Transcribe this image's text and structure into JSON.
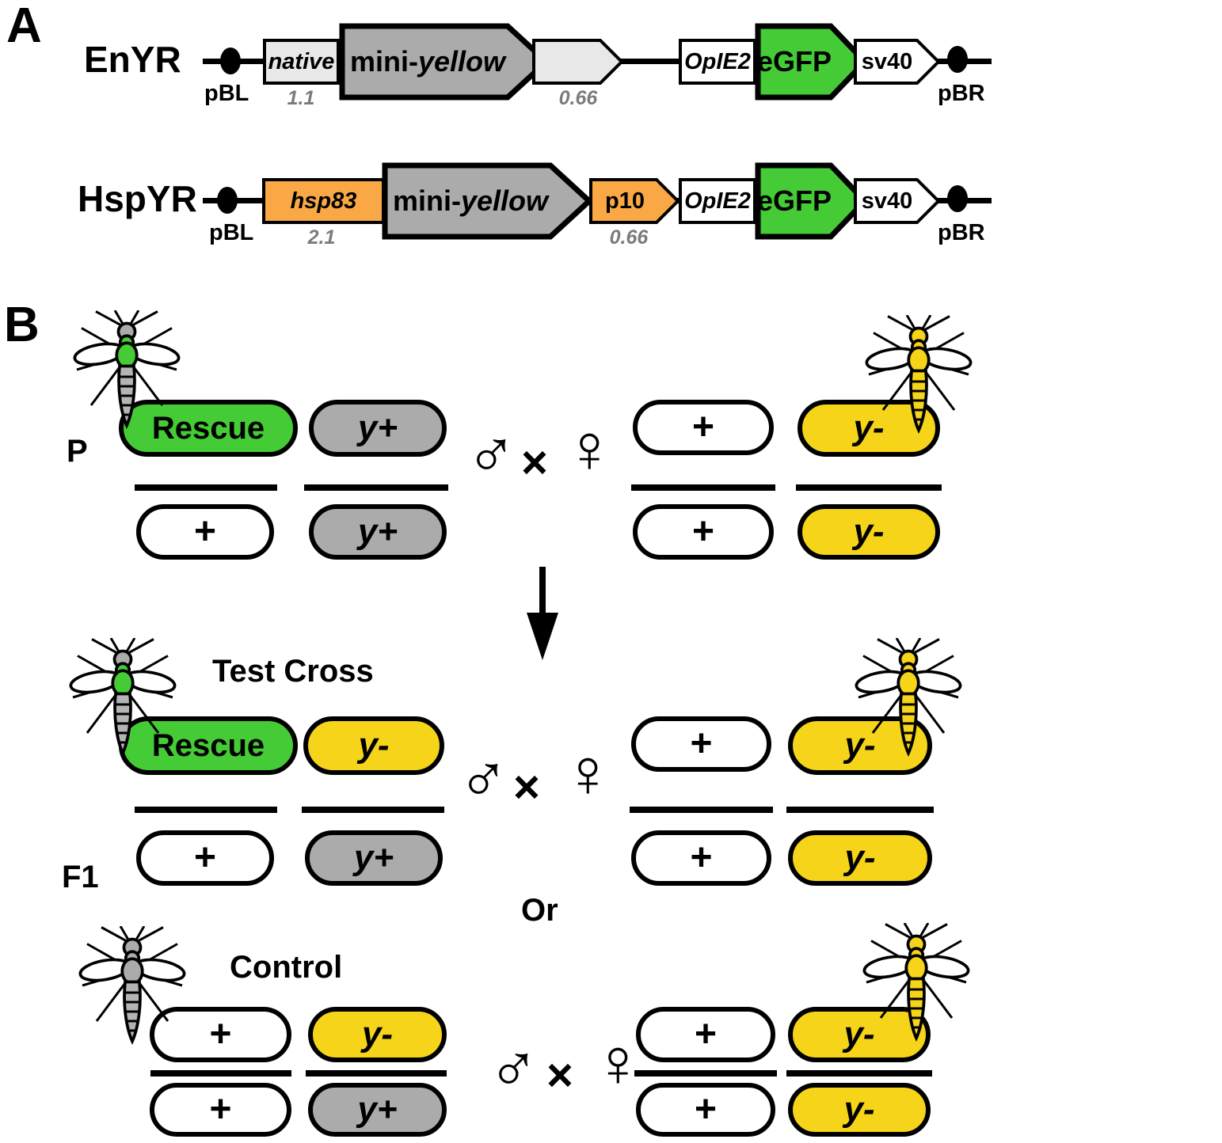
{
  "colors": {
    "green": "#44CB35",
    "yellow": "#F5D41A",
    "orange": "#F9A845",
    "gray": "#ABABAB",
    "lightgray": "#E8E8E8"
  },
  "panel_a": {
    "label": "A",
    "constructs": [
      {
        "name": "EnYR",
        "left_label": "pBL",
        "right_label": "pBR",
        "promoter": "native",
        "promoter_size": "1.1",
        "gene_prefix": "mini-",
        "gene_name": "yellow",
        "terminator": "",
        "terminator_size": "0.66",
        "marker_promoter": "OpIE2",
        "marker": "eGFP",
        "marker_terminator": "sv40"
      },
      {
        "name": "HspYR",
        "left_label": "pBL",
        "right_label": "pBR",
        "promoter": "hsp83",
        "promoter_size": "2.1",
        "gene_prefix": "mini-",
        "gene_name": "yellow",
        "terminator": "p10",
        "terminator_size": "0.66",
        "marker_promoter": "OpIE2",
        "marker": "eGFP",
        "marker_terminator": "sv40"
      }
    ]
  },
  "panel_b": {
    "label": "B",
    "gen_p": "P",
    "gen_f1": "F1",
    "or_label": "Or",
    "symbols": {
      "male": "♂",
      "times": "×",
      "female": "♀"
    },
    "crosses": {
      "p": {
        "male": {
          "locus1": {
            "top": "Rescue",
            "bottom": "+"
          },
          "locus2": {
            "top": "y+",
            "bottom": "y+"
          }
        },
        "female": {
          "locus1": {
            "top": "+",
            "bottom": "+"
          },
          "locus2": {
            "top": "y-",
            "bottom": "y-"
          }
        }
      },
      "test": {
        "title": "Test Cross",
        "male": {
          "locus1": {
            "top": "Rescue",
            "bottom": "+"
          },
          "locus2": {
            "top": "y-",
            "bottom": "y+"
          }
        },
        "female": {
          "locus1": {
            "top": "+",
            "bottom": "+"
          },
          "locus2": {
            "top": "y-",
            "bottom": "y-"
          }
        }
      },
      "control": {
        "title": "Control",
        "male": {
          "locus1": {
            "top": "+",
            "bottom": "+"
          },
          "locus2": {
            "top": "y-",
            "bottom": "y+"
          }
        },
        "female": {
          "locus1": {
            "top": "+",
            "bottom": "+"
          },
          "locus2": {
            "top": "y-",
            "bottom": "y-"
          }
        }
      }
    }
  }
}
